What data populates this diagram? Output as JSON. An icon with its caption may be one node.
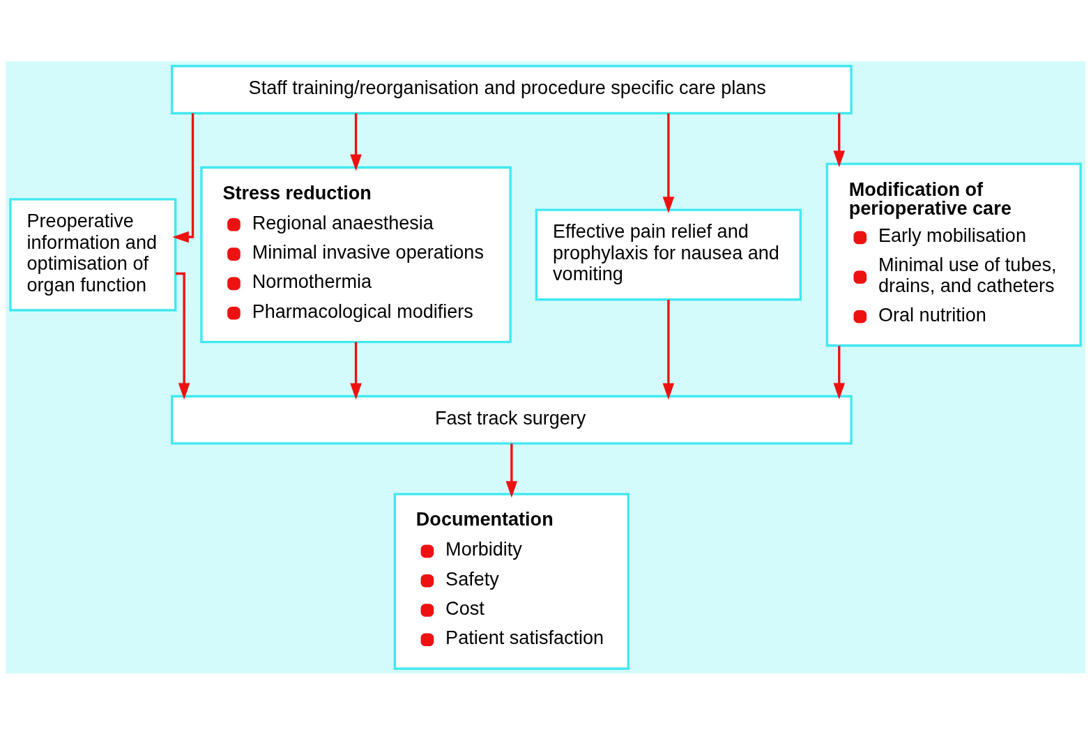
{
  "diagram": {
    "nodes": [
      {
        "text": [
          "Staff training/reorganisation and procedure specific care plans"
        ]
      },
      {
        "text": [
          "Preoperative information and optimisation of organ function"
        ]
      },
      {
        "text": [
          "Stress reduction",
          "Regional anaesthesia",
          "Minimal invasive operations",
          "Normothermia",
          "Pharmacological modifiers"
        ]
      },
      {
        "text": [
          "Effective pain relief and prophylaxis for nausea and vomiting"
        ]
      },
      {
        "text": [
          "Modification of perioperative care",
          "Early mobilisation",
          "Minimal use of tubes, drains, and catheters",
          "Oral nutrition"
        ]
      },
      {
        "text": [
          "Fast track surgery"
        ]
      },
      {
        "text": [
          "Documentation",
          "Morbidity",
          "Safety",
          "Cost",
          "Patient satisfaction"
        ]
      }
    ],
    "edges": [
      {
        "from": 0,
        "to": 1,
        "arrow": "to"
      },
      {
        "from": 0,
        "to": 2,
        "arrow": "to"
      },
      {
        "from": 0,
        "to": 3,
        "arrow": "to"
      },
      {
        "from": 0,
        "to": 4,
        "arrow": "to"
      },
      {
        "from": 1,
        "to": 5,
        "arrow": "to"
      },
      {
        "from": 2,
        "to": 5,
        "arrow": "to"
      },
      {
        "from": 3,
        "to": 5,
        "arrow": "to"
      },
      {
        "from": 4,
        "to": 5,
        "arrow": "to"
      },
      {
        "from": 5,
        "to": 6,
        "arrow": "to"
      }
    ]
  }
}
